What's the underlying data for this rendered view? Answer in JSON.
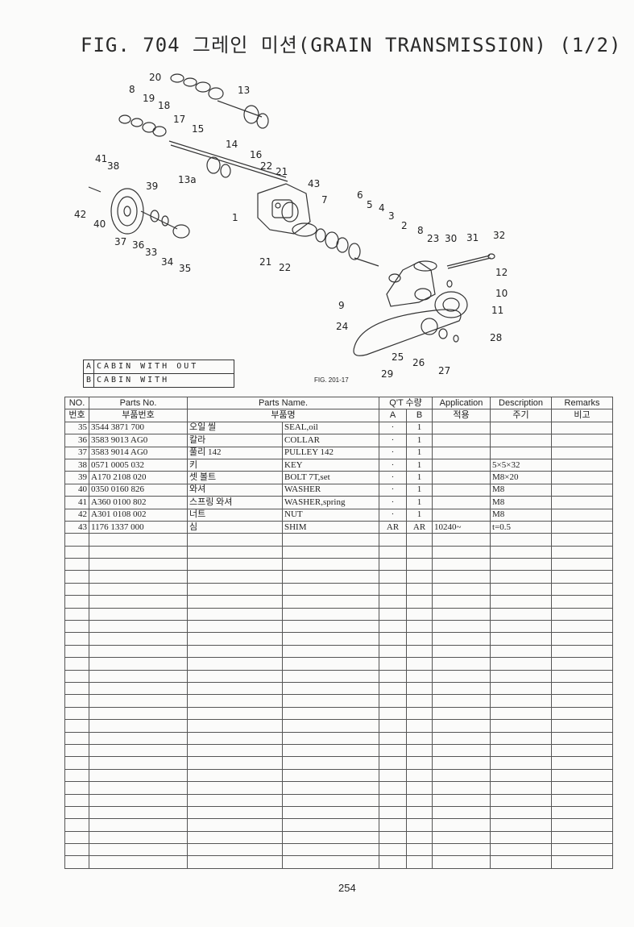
{
  "title": "FIG. 704 그레인 미션(GRAIN TRANSMISSION) (1/2)",
  "diagram": {
    "callouts": [
      "20",
      "8",
      "19",
      "18",
      "17",
      "15",
      "13",
      "14",
      "16",
      "13a",
      "41",
      "38",
      "39",
      "42",
      "40",
      "37",
      "36",
      "33",
      "34",
      "35",
      "22",
      "21",
      "43",
      "7",
      "6",
      "5",
      "4",
      "3",
      "2",
      "8",
      "1",
      "21",
      "22",
      "23",
      "30",
      "31",
      "32",
      "12",
      "10",
      "11",
      "9",
      "24",
      "28",
      "25",
      "26",
      "27",
      "29"
    ],
    "figure_ref": "FIG. 201-17"
  },
  "legend": [
    {
      "code": "A",
      "text": "CABIN WITH OUT"
    },
    {
      "code": "B",
      "text": "CABIN WITH"
    }
  ],
  "table": {
    "headers": {
      "no_en": "NO.",
      "no_ko": "번호",
      "parts_no_en": "Parts No.",
      "parts_no_ko": "부품번호",
      "parts_name_en": "Parts Name.",
      "parts_name_ko": "부품명",
      "qty_en": "Q'T 수량",
      "qty_a": "A",
      "qty_b": "B",
      "application_en": "Application",
      "application_ko": "적용",
      "description_en": "Description",
      "description_ko": "주기",
      "remarks_en": "Remarks",
      "remarks_ko": "비고"
    },
    "rows": [
      {
        "no": "35",
        "part": "3544 3871 700",
        "name_ko": "오일 씰",
        "name_en": "SEAL,oil",
        "a": "·",
        "b": "1",
        "app": "",
        "desc": "",
        "rem": ""
      },
      {
        "no": "36",
        "part": "3583 9013 AG0",
        "name_ko": "칼라",
        "name_en": "COLLAR",
        "a": "·",
        "b": "1",
        "app": "",
        "desc": "",
        "rem": ""
      },
      {
        "no": "37",
        "part": "3583 9014 AG0",
        "name_ko": "풀리 142",
        "name_en": "PULLEY 142",
        "a": "·",
        "b": "1",
        "app": "",
        "desc": "",
        "rem": ""
      },
      {
        "no": "38",
        "part": "0571 0005 032",
        "name_ko": "키",
        "name_en": "KEY",
        "a": "·",
        "b": "1",
        "app": "",
        "desc": "5×5×32",
        "rem": ""
      },
      {
        "no": "39",
        "part": "A170 2108 020",
        "name_ko": "셋 볼트",
        "name_en": "BOLT 7T,set",
        "a": "·",
        "b": "1",
        "app": "",
        "desc": "M8×20",
        "rem": ""
      },
      {
        "no": "40",
        "part": "0350 0160 826",
        "name_ko": "와셔",
        "name_en": "WASHER",
        "a": "·",
        "b": "1",
        "app": "",
        "desc": "M8",
        "rem": ""
      },
      {
        "no": "41",
        "part": "A360 0100 802",
        "name_ko": "스프링 와셔",
        "name_en": "WASHER,spring",
        "a": "·",
        "b": "1",
        "app": "",
        "desc": "M8",
        "rem": ""
      },
      {
        "no": "42",
        "part": "A301 0108 002",
        "name_ko": "너트",
        "name_en": "NUT",
        "a": "·",
        "b": "1",
        "app": "",
        "desc": "M8",
        "rem": ""
      },
      {
        "no": "43",
        "part": "1176 1337 000",
        "name_ko": "심",
        "name_en": "SHIM",
        "a": "AR",
        "b": "AR",
        "app": "10240~",
        "desc": "t=0.5",
        "rem": ""
      }
    ],
    "empty_rows": 27
  },
  "page_number": "254"
}
